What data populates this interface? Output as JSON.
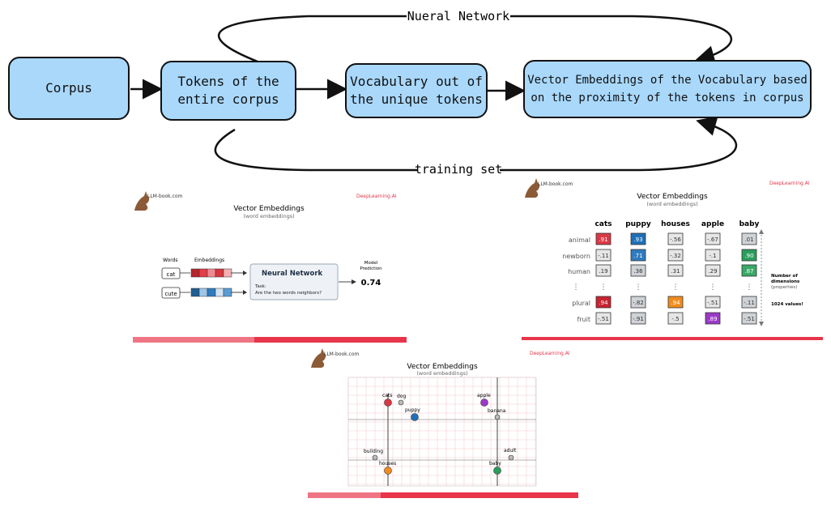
{
  "flow": {
    "corpus": "Corpus",
    "tokens": [
      "Tokens of the",
      "entire corpus"
    ],
    "vocab": [
      "Vocabulary out of",
      "the unique tokens"
    ],
    "embeddings": [
      "Vector Embeddings of the Vocabulary based",
      "on the proximity of the tokens in corpus"
    ],
    "top_loop_label": "Nueral Network",
    "bottom_loop_label": "training set"
  },
  "panel_left": {
    "brand": "LLM-book.com",
    "brand2": "DeepLearning.AI",
    "title": "Vector Embeddings",
    "subtitle": "(word embeddings)",
    "words_header": "Words",
    "emb_header": "Embeddings",
    "word1": "cat",
    "word2": "cute",
    "nn_title": "Neural Network",
    "task_label": "Task:",
    "task_text": "Are the two words neighbors?",
    "pred_header": [
      "Model",
      "Prediction"
    ],
    "pred_value": "0.74",
    "cat_colors": [
      "#b8242d",
      "#e23f46",
      "#f08a90",
      "#d8363e",
      "#f2b0b3"
    ],
    "cute_colors": [
      "#1f5e95",
      "#9dc6e8",
      "#2f7bbf",
      "#cfe3f4",
      "#5a9dd5"
    ]
  },
  "panel_right": {
    "brand": "LLM-book.com",
    "brand2": "DeepLearning.AI",
    "title": "Vector Embeddings",
    "subtitle": "(word embeddings)",
    "columns": [
      "cats",
      "puppy",
      "houses",
      "apple",
      "baby"
    ],
    "rows": [
      {
        "label": "animal",
        "values": [
          ".91",
          ".93",
          "-.56",
          "-.67",
          ".01"
        ]
      },
      {
        "label": "newborn",
        "values": [
          "-.11",
          ".71",
          "-.32",
          "-.1",
          ".90"
        ]
      },
      {
        "label": "human",
        "values": [
          ".19",
          ".36",
          ".31",
          ".29",
          ".87"
        ]
      },
      {
        "label": "plural",
        "values": [
          ".94",
          "-.82",
          ".94",
          "-.51",
          "-.11"
        ]
      },
      {
        "label": "fruit",
        "values": [
          "-.51",
          "-.91",
          "-.5",
          ".89",
          "-.51"
        ]
      }
    ],
    "dims_label": [
      "Number of",
      "dimensions",
      "(properties)"
    ],
    "count_label": "1024 values!"
  },
  "panel_bottom": {
    "brand": "LLM-book.com",
    "brand2": "DeepLearning.AI",
    "title": "Vector Embeddings",
    "subtitle": "(word embeddings)",
    "points": {
      "cats": "cats",
      "dog": "dog",
      "puppy": "puppy",
      "apple": "apple",
      "banana": "banana",
      "building": "building",
      "houses": "houses",
      "adult": "adult",
      "baby": "baby"
    }
  }
}
